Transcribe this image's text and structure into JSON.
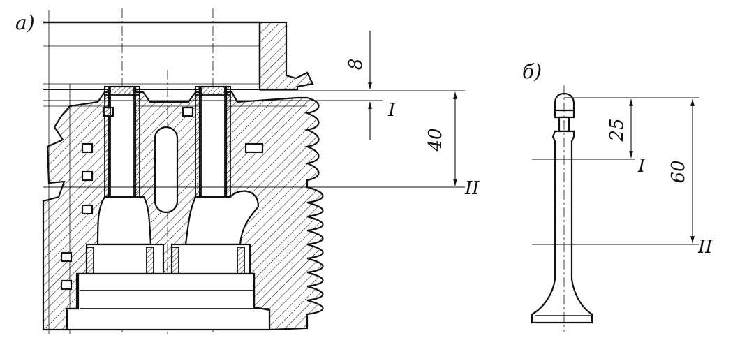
{
  "figure_a": {
    "panel_label": "а)",
    "dimensions": [
      {
        "value": "8",
        "unit": ""
      },
      {
        "value": "40",
        "unit": ""
      }
    ],
    "sections": [
      "I",
      "II"
    ]
  },
  "figure_b": {
    "panel_label": "б)",
    "dimensions": [
      {
        "value": "25",
        "unit": ""
      },
      {
        "value": "60",
        "unit": ""
      }
    ],
    "sections": [
      "I",
      "II"
    ]
  },
  "colors": {
    "ink": "#111111",
    "paper": "#ffffff"
  }
}
